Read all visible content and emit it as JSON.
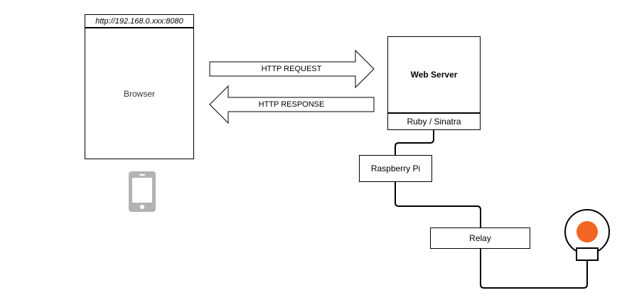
{
  "browser": {
    "url": "http://192.168.0.xxx:8080",
    "label": "Browser"
  },
  "arrows": {
    "request": "HTTP REQUEST",
    "response": "HTTP RESPONSE"
  },
  "server": {
    "title": "Web Server",
    "subtitle": "Ruby / Sinatra"
  },
  "raspberry_pi": {
    "label": "Raspberry Pi"
  },
  "relay": {
    "label": "Relay"
  },
  "icons": {
    "phone": "smartphone-icon",
    "lamp": "light-bulb-icon"
  },
  "colors": {
    "lamp_light": "#f26522",
    "phone_gray": "#b3b3b3"
  }
}
